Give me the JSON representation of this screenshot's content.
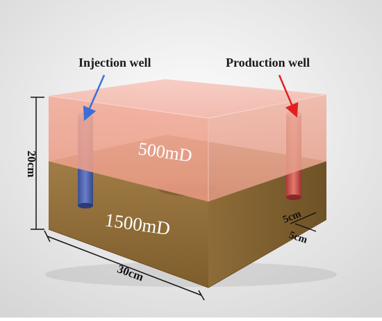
{
  "labels": {
    "injection_well": "Injection well",
    "production_well": "Production well",
    "upper_permeability": "500mD",
    "lower_permeability": "1500mD",
    "height_dimension": "20cm",
    "length_dimension": "30cm",
    "well_offset_vertical": "5cm",
    "well_offset_horizontal": "5cm"
  },
  "colors": {
    "background_top": "#ffffff",
    "background_bottom": "#dcdcdc",
    "upper_layer": "#f0a090",
    "lower_layer": "#8b6a3a",
    "injection_well": "#4a5fa8",
    "production_well": "#c84848",
    "injection_arrow": "#3a6fd8",
    "production_arrow": "#e02020",
    "dimension_lines": "#111111"
  }
}
